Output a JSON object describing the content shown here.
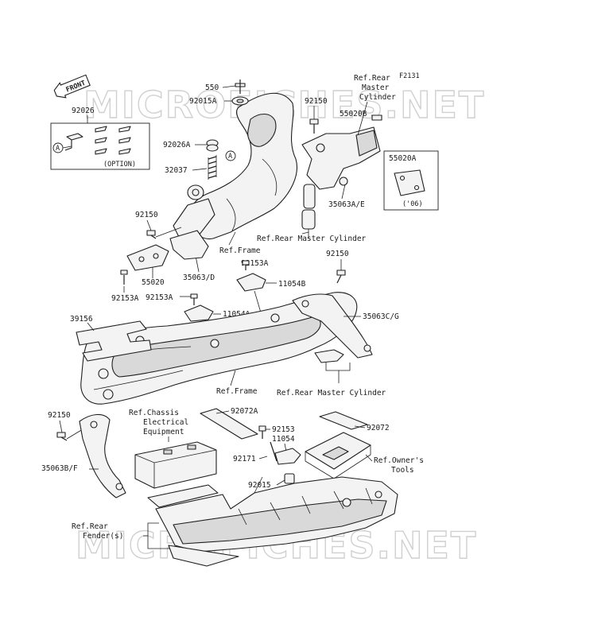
{
  "figure_code": "F2131",
  "watermark": "MICROFICHES.NET",
  "front_label": "FRONT",
  "option_label": "(OPTION)",
  "year_label": "('06)",
  "circle_marker": "A",
  "parts": {
    "p550": "550",
    "p92015A": "92015A",
    "p92150_top": "92150",
    "p55020B": "55020B",
    "p92026": "92026",
    "p92026A": "92026A",
    "p32037": "32037",
    "p55020A": "55020A",
    "p35063AE": "35063A/E",
    "p92150_left": "92150",
    "p55020": "55020",
    "p35063D": "35063/D",
    "p92153A_left": "92153A",
    "p92153A_top": "92153A",
    "p11054B": "11054B",
    "p92150_right": "92150",
    "p92153A_mid": "92153A",
    "p11054A": "11054A",
    "p35063CG": "35063C/G",
    "p39156": "39156",
    "p92150_bottom": "92150",
    "p92072A": "92072A",
    "p92153": "92153",
    "p11054": "11054",
    "p92072": "92072",
    "p92171": "92171",
    "p35063BF": "35063B/F",
    "p92015": "92015"
  },
  "refs": {
    "rear_master_cyl_top_l1": "Ref.Rear",
    "rear_master_cyl_top_l2": "Master",
    "rear_master_cyl_top_l3": "Cylinder",
    "rear_master_cyl_mid": "Ref.Rear Master Cylinder",
    "frame_top": "Ref.Frame",
    "frame_bottom": "Ref.Frame",
    "rear_master_cyl_bottom": "Ref.Rear Master Cylinder",
    "chassis_l1": "Ref.Chassis",
    "chassis_l2": "Electrical",
    "chassis_l3": "Equipment",
    "owners_l1": "Ref.Owner's",
    "owners_l2": "Tools",
    "fender_l1": "Ref.Rear",
    "fender_l2": "Fender(s)"
  }
}
